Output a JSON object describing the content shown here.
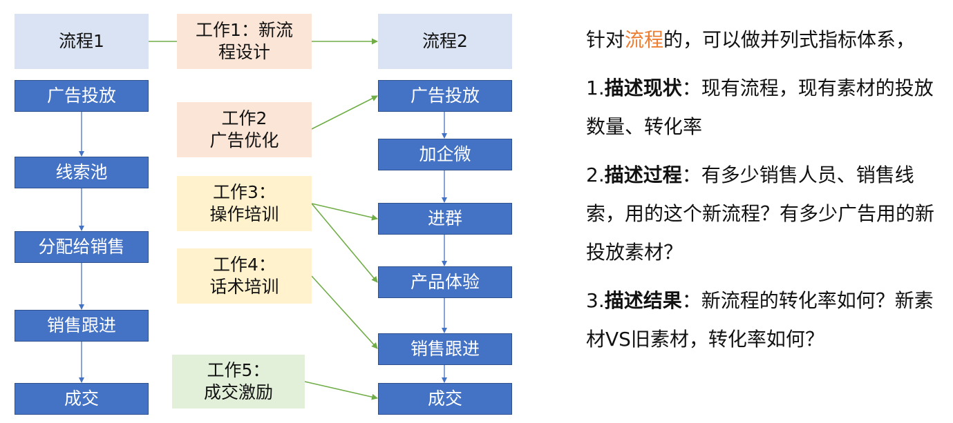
{
  "process1": {
    "header": "流程1",
    "steps": [
      "广告投放",
      "线索池",
      "分配给销售",
      "销售跟进",
      "成交"
    ]
  },
  "process2": {
    "header": "流程2",
    "steps": [
      "广告投放",
      "加企微",
      "进群",
      "产品体验",
      "销售跟进",
      "成交"
    ]
  },
  "work_items": [
    {
      "text": "工作1：新流\n程设计",
      "color": "#fbe5d6"
    },
    {
      "text": "工作2\n广告优化",
      "color": "#fbe5d6"
    },
    {
      "text": "工作3：\n操作培训",
      "color": "#fff2cc"
    },
    {
      "text": "工作4：\n话术培训",
      "color": "#fff2cc"
    },
    {
      "text": "工作5：\n成交激励",
      "color": "#e2f0d9"
    }
  ],
  "colors": {
    "step_fill": "#4472c4",
    "header_fill": "#dae3f3",
    "connector_blue": "#4472c4",
    "connector_green": "#70ad47",
    "highlight": "#ed7d31"
  },
  "description": {
    "intro_before": "针对",
    "intro_highlight": "流程",
    "intro_after": "的，可以做并列式指标体系，",
    "items": [
      {
        "number": "1.",
        "title": "描述现状",
        "body": "：现有流程，现有素材的投放数量、转化率"
      },
      {
        "number": "2.",
        "title": "描述过程",
        "body": "：有多少销售人员、销售线索，用的这个新流程？有多少广告用的新投放素材？"
      },
      {
        "number": "3.",
        "title": "描述结果",
        "body": "：新流程的转化率如何？新素材VS旧素材，转化率如何？"
      }
    ]
  }
}
